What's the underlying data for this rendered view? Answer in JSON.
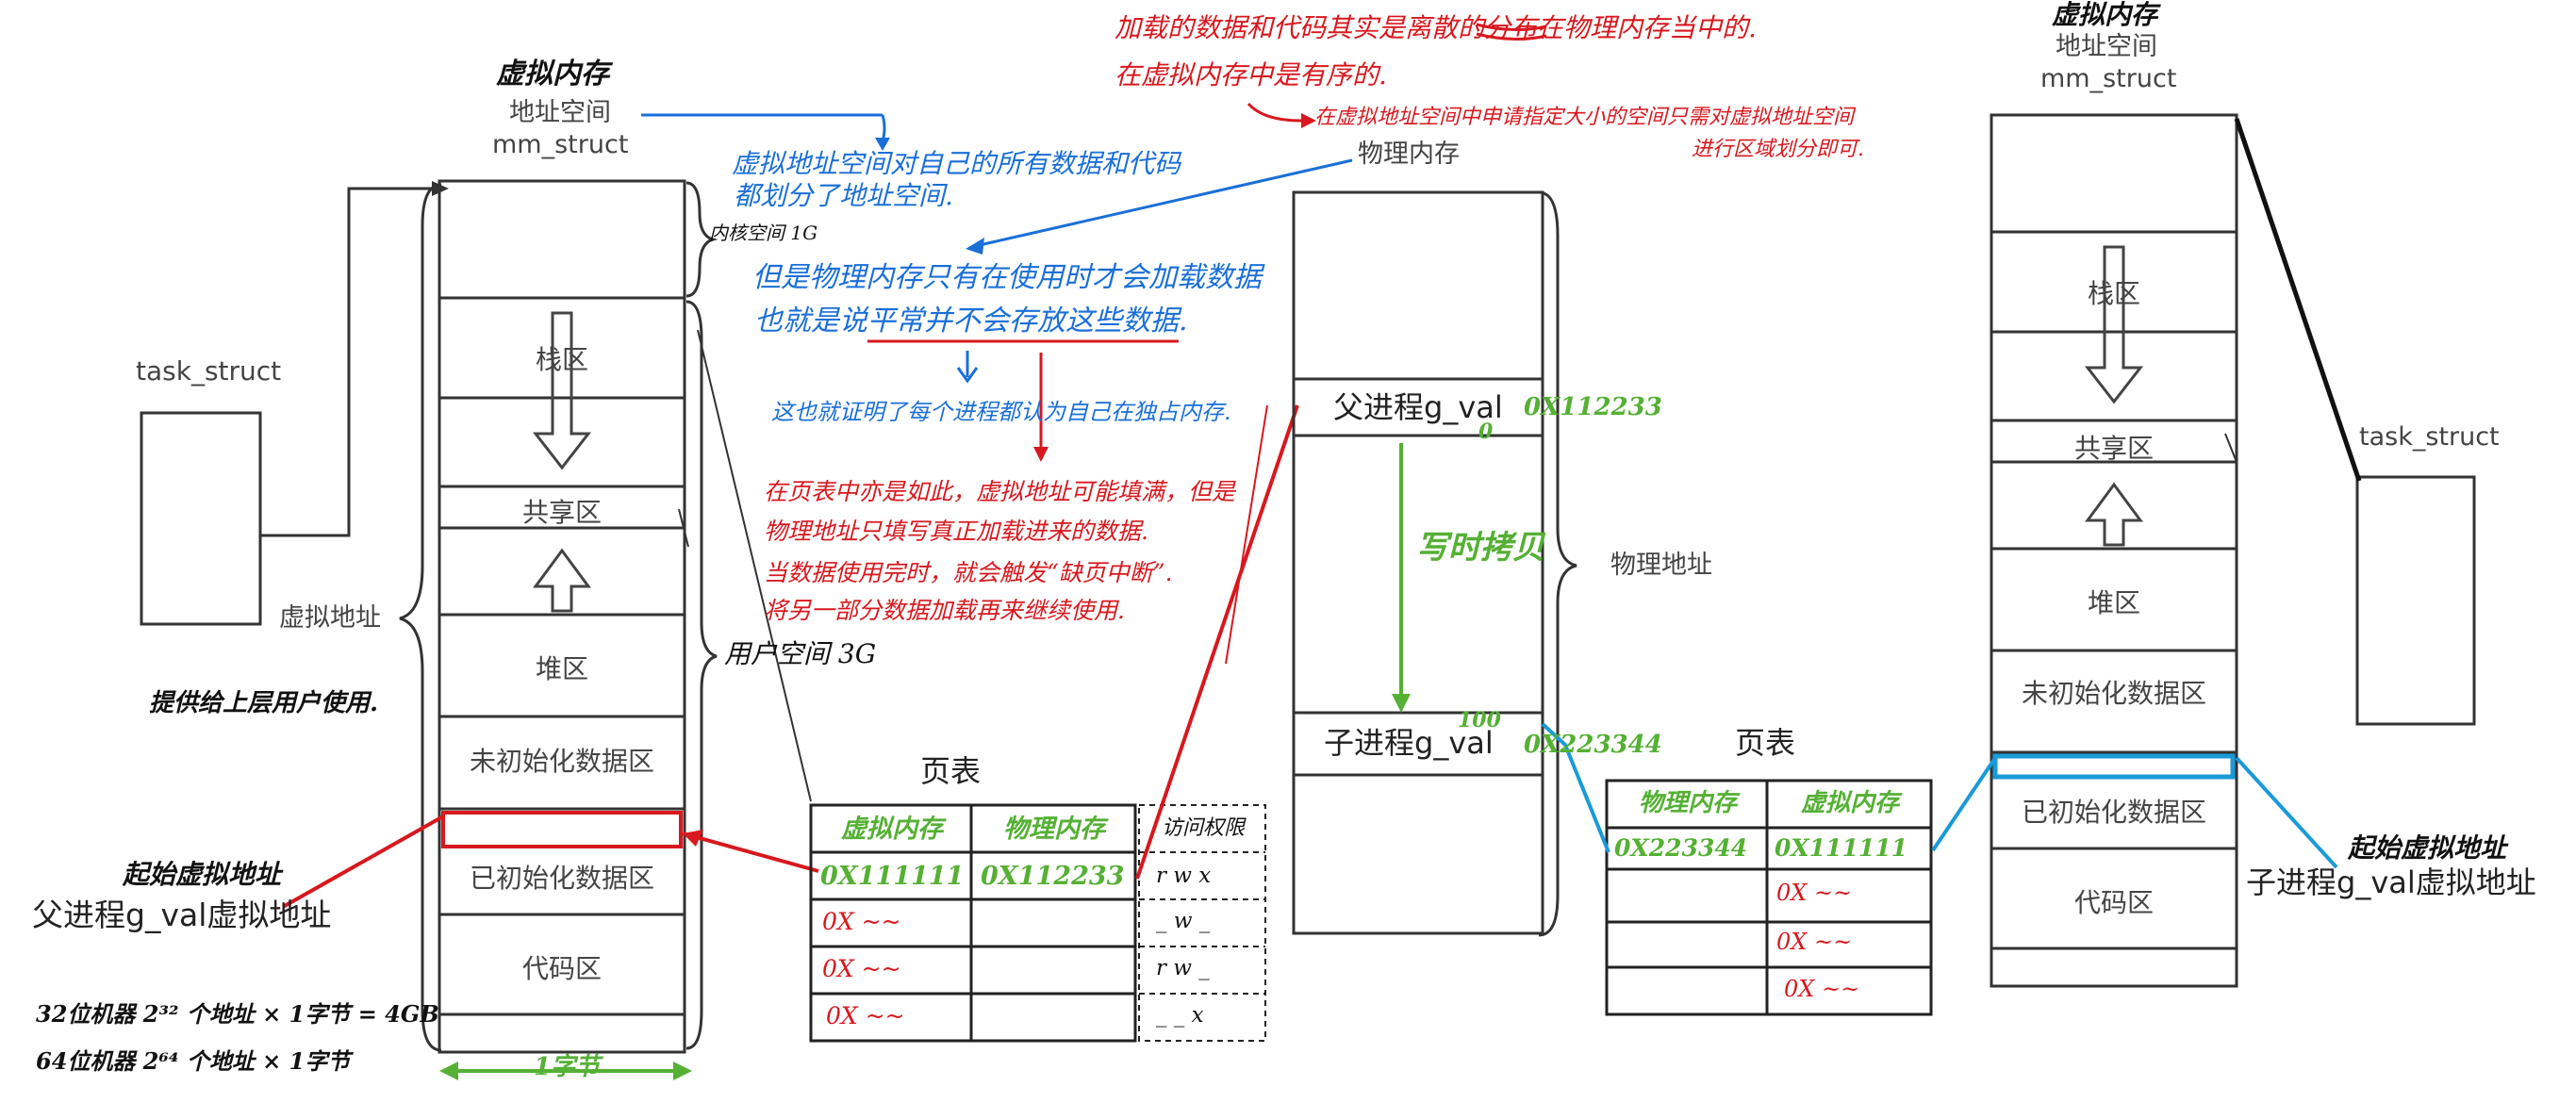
{
  "left": {
    "header_hand": "虚拟内存",
    "header_1": "地址空间",
    "header_2": "mm_struct",
    "task_struct": "task_struct",
    "segments": [
      "栈区",
      "共享区",
      "堆区",
      "未初始化数据区",
      "已初始化数据区",
      "代码区"
    ],
    "kernel_label": "内核空间 1G",
    "user_label": "用户空间 3G",
    "virtual_addr": "虚拟地址",
    "provide_note": "提供给上层用户使用.",
    "start_addr": "起始虚拟地址",
    "parent_virtual": "父进程g_val虚拟地址",
    "machine_32": "32位机器  2³² 个地址 × 1字节 = 4GB",
    "machine_64": "64位机器  2⁶⁴ 个地址 × 1字节",
    "byte_label": "1字节"
  },
  "notes_blue": [
    "虚拟地址空间对自己的所有数据和代码",
    "都划分了地址空间.",
    "但是物理内存只有在使用时才会加载数据",
    "也就是说平常并不会存放这些数据.",
    "这也就证明了每个进程都认为自己在独占内存."
  ],
  "notes_red": [
    "在页表中亦是如此，虚拟地址可能填满，但是",
    "物理地址只填写真正加载进来的数据.",
    "当数据使用完时，就会触发“缺页中断”.",
    "将另一部分数据加载再来继续使用."
  ],
  "notes_top_red": [
    "加载的数据和代码其实是离散的分布在物理内存当中的.",
    "在虚拟内存中是有序的.",
    "在虚拟地址空间中申请指定大小的空间只需对虚拟地址空间",
    "进行区域划分即可."
  ],
  "page_table_left": {
    "title": "页表",
    "col_virtual": "虚拟内存",
    "col_physical": "物理内存",
    "col_perm": "访问权限",
    "rows": [
      {
        "virtual": "0X111111",
        "physical": "0X112233",
        "perm": "r w x"
      },
      {
        "virtual": "0X ~~",
        "physical": "",
        "perm": "_ w _"
      },
      {
        "virtual": "0X ~~",
        "physical": "",
        "perm": "r w _"
      },
      {
        "virtual": "0X ~~",
        "physical": "",
        "perm": "_ _ x"
      }
    ]
  },
  "physical": {
    "title": "物理内存",
    "parent": "父进程g_val",
    "parent_addr": "0X112233",
    "parent_val": "0",
    "child": "子进程g_val",
    "child_addr": "0X223344",
    "child_val": "100",
    "copy_on_write": "写时拷贝",
    "phys_addr_label": "物理地址"
  },
  "page_table_right": {
    "title": "页表",
    "col_physical": "物理内存",
    "col_virtual": "虚拟内存",
    "rows": [
      {
        "physical": "0X223344",
        "virtual": "0X111111"
      },
      {
        "physical": "",
        "virtual": "0X ~~"
      },
      {
        "physical": "",
        "virtual": "0X ~~"
      },
      {
        "physical": "",
        "virtual": "0X ~~"
      }
    ]
  },
  "right": {
    "header_hand": "虚拟内存",
    "header_1": "地址空间",
    "header_2": "mm_struct",
    "task_struct": "task_struct",
    "segments": [
      "栈区",
      "共享区",
      "堆区",
      "未初始化数据区",
      "已初始化数据区",
      "代码区"
    ],
    "start_addr": "起始虚拟地址",
    "child_virtual": "子进程g_val虚拟地址"
  }
}
